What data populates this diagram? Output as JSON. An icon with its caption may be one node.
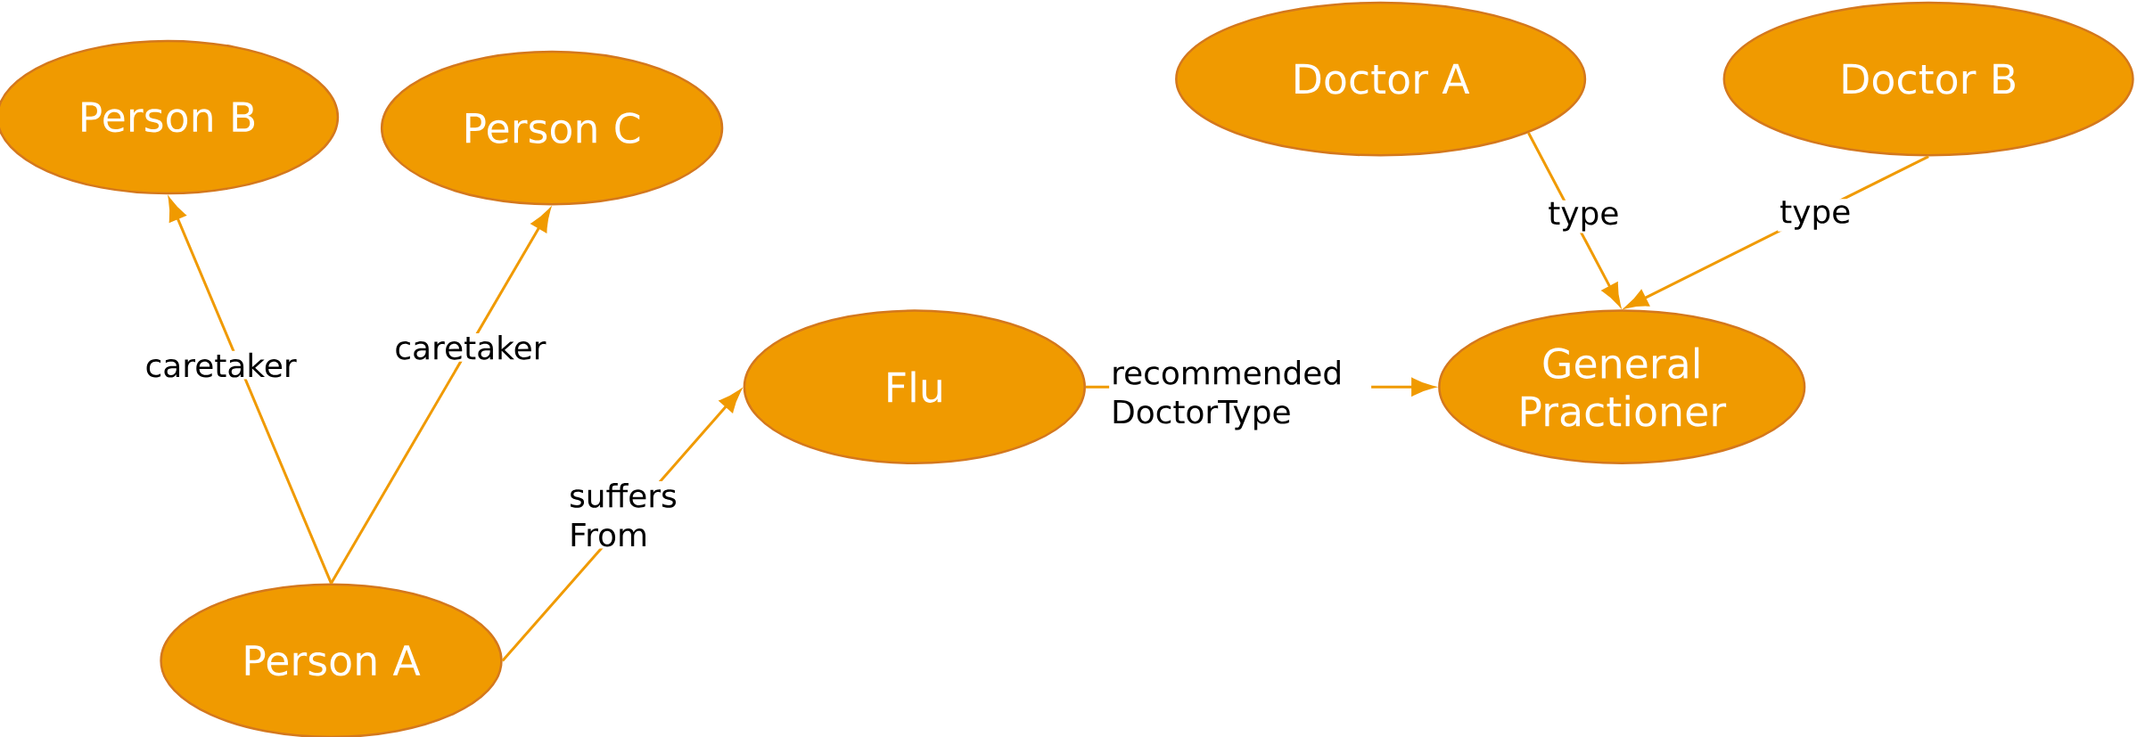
{
  "diagram": {
    "nodes": [
      {
        "text": [
          "Person B"
        ]
      },
      {
        "text": [
          "Person C"
        ]
      },
      {
        "text": [
          "Doctor A"
        ]
      },
      {
        "text": [
          "Doctor B"
        ]
      },
      {
        "text": [
          "Flu"
        ]
      },
      {
        "text": [
          "General Practioner"
        ]
      },
      {
        "text": [
          "Person A"
        ]
      }
    ],
    "edges": [
      {
        "from": 6,
        "to": 0,
        "arrow": "to",
        "label": "caretaker"
      },
      {
        "from": 6,
        "to": 1,
        "arrow": "to",
        "label": "caretaker"
      },
      {
        "from": 6,
        "to": 4,
        "arrow": "to",
        "label": "suffers From"
      },
      {
        "from": 4,
        "to": 5,
        "arrow": "to",
        "label": "recommended DoctorType"
      },
      {
        "from": 2,
        "to": 5,
        "arrow": "to",
        "label": "type"
      },
      {
        "from": 3,
        "to": 5,
        "arrow": "to",
        "label": "type"
      }
    ]
  }
}
